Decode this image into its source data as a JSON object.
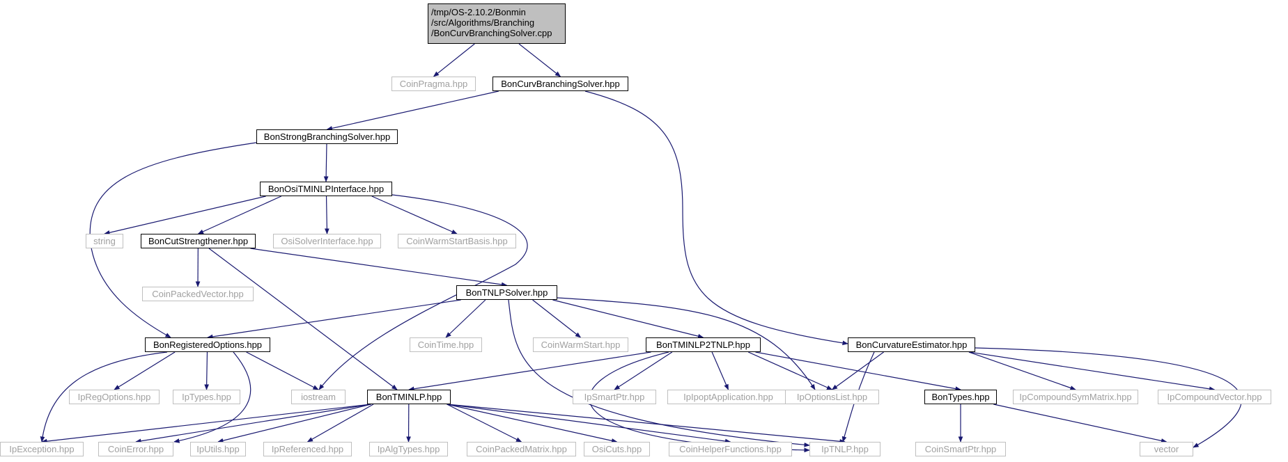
{
  "colors": {
    "edge": "#191970",
    "documented_border": "#000000",
    "undocumented_border": "#bfbfbf",
    "root_fill": "#bfbfbf"
  },
  "root": {
    "lines": [
      "/tmp/OS-2.10.2/Bonmin",
      "/src/Algorithms/Branching",
      "/BonCurvBranchingSolver.cpp"
    ]
  },
  "nodes": {
    "coinpragma": "CoinPragma.hpp",
    "boncurvbranchingsolver": "BonCurvBranchingSolver.hpp",
    "bonstrongbranchingsolver": "BonStrongBranchingSolver.hpp",
    "bonositmintlpinterface": "BonOsiTMINLPInterface.hpp",
    "string": "string",
    "boncutstrengthener": "BonCutStrengthener.hpp",
    "osisolverinterface": "OsiSolverInterface.hpp",
    "coinwarmstartbasis": "CoinWarmStartBasis.hpp",
    "coinpackedvector": "CoinPackedVector.hpp",
    "bontnlpsolver": "BonTNLPSolver.hpp",
    "bonregisteredoptions": "BonRegisteredOptions.hpp",
    "cointime": "CoinTime.hpp",
    "coinwarmstart": "CoinWarmStart.hpp",
    "bontminlp2tnlp": "BonTMINLP2TNLP.hpp",
    "boncurvatureestimator": "BonCurvatureEstimator.hpp",
    "ipregoptions": "IpRegOptions.hpp",
    "iptypes": "IpTypes.hpp",
    "iostream": "iostream",
    "bontminlp": "BonTMINLP.hpp",
    "ipsmartptr": "IpSmartPtr.hpp",
    "ipipoptapplication": "IpIpoptApplication.hpp",
    "ipoptionslist": "IpOptionsList.hpp",
    "bontypes": "BonTypes.hpp",
    "ipcompoundsymmatrix": "IpCompoundSymMatrix.hpp",
    "ipcompoundvector": "IpCompoundVector.hpp",
    "ipexception": "IpException.hpp",
    "coinerror": "CoinError.hpp",
    "iputils": "IpUtils.hpp",
    "ipreferenced": "IpReferenced.hpp",
    "ipalgtypes": "IpAlgTypes.hpp",
    "coinpackedmatrix": "CoinPackedMatrix.hpp",
    "osicuts": "OsiCuts.hpp",
    "coinhelperfunctions": "CoinHelperFunctions.hpp",
    "iptnlp": "IpTNLP.hpp",
    "coinsmartptr": "CoinSmartPtr.hpp",
    "vector": "vector"
  }
}
